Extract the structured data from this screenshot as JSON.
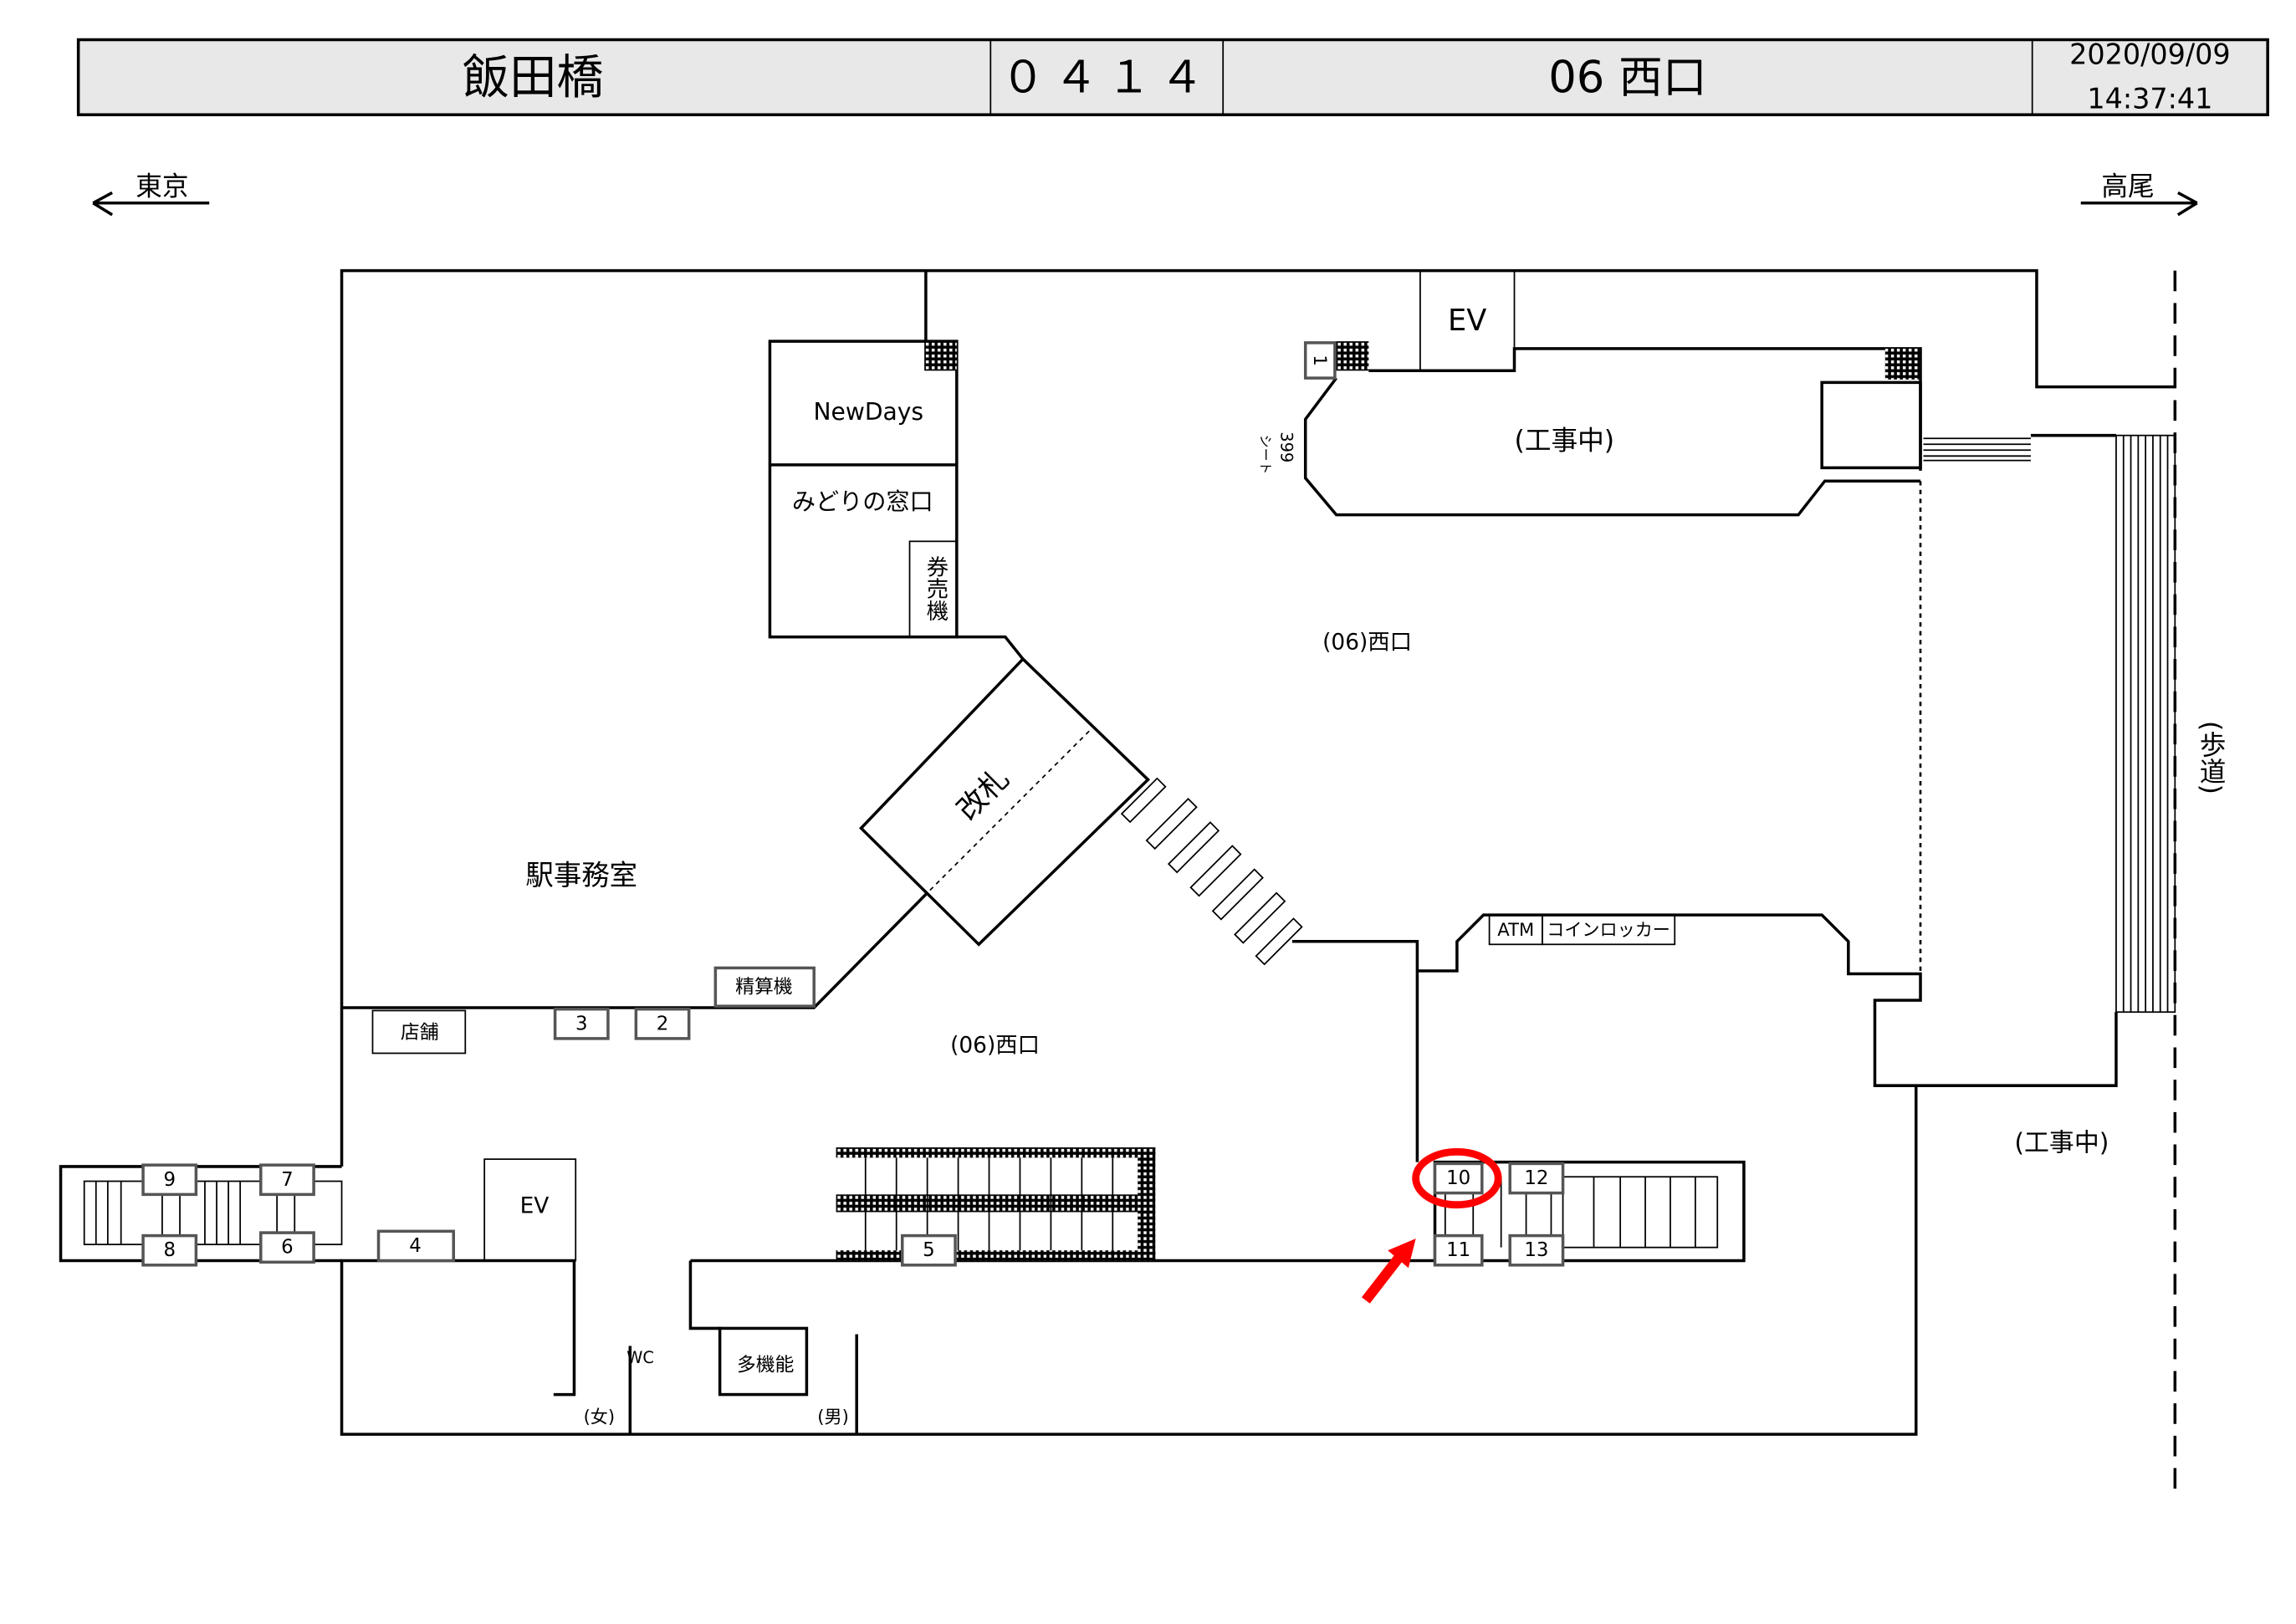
{
  "header": {
    "station": "飯田橋",
    "code": "０４１４",
    "exit": "06 西口",
    "date": "2020/09/09",
    "time": "14:37:41"
  },
  "directions": {
    "left": "東京",
    "right": "高尾"
  },
  "rooms": {
    "newdays": "NewDays",
    "midori": "みどりの窓口",
    "ticket_machine": "券売機",
    "gate": "改札",
    "office": "駅事務室",
    "fare_adjust": "精算機",
    "shop": "店舗",
    "west_exit_1": "(06)西口",
    "west_exit_2": "(06)西口",
    "construction_1": "(工事中)",
    "construction_2": "(工事中)",
    "ev_1": "EV",
    "ev_2": "EV",
    "atm": "ATM",
    "coin_locker": "コインロッカー",
    "multi": "多機能",
    "wc": "WC",
    "female": "(女)",
    "male": "(男)",
    "sidewalk": "(歩道)",
    "seat_num": "399",
    "seat": "シート"
  },
  "spots": [
    "1",
    "2",
    "3",
    "4",
    "5",
    "6",
    "7",
    "8",
    "9",
    "10",
    "11",
    "12",
    "13"
  ],
  "highlight": {
    "spot": "10",
    "color": "#ff0000"
  }
}
